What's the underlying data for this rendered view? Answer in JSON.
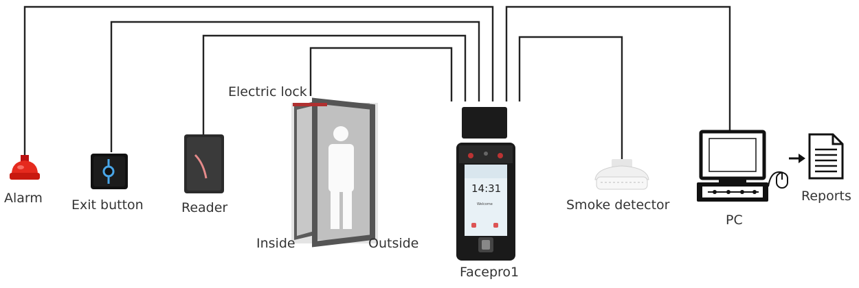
{
  "devices": {
    "alarm": "Alarm",
    "exit_button": "Exit button",
    "reader": "Reader",
    "electric_lock": "Electric lock",
    "inside": "Inside",
    "outside": "Outside",
    "terminal": "Facepro1",
    "smoke_detector": "Smoke detector",
    "pc": "PC",
    "reports": "Reports"
  },
  "terminal_screen": {
    "time": "14:31",
    "greeting": "Welcome"
  }
}
